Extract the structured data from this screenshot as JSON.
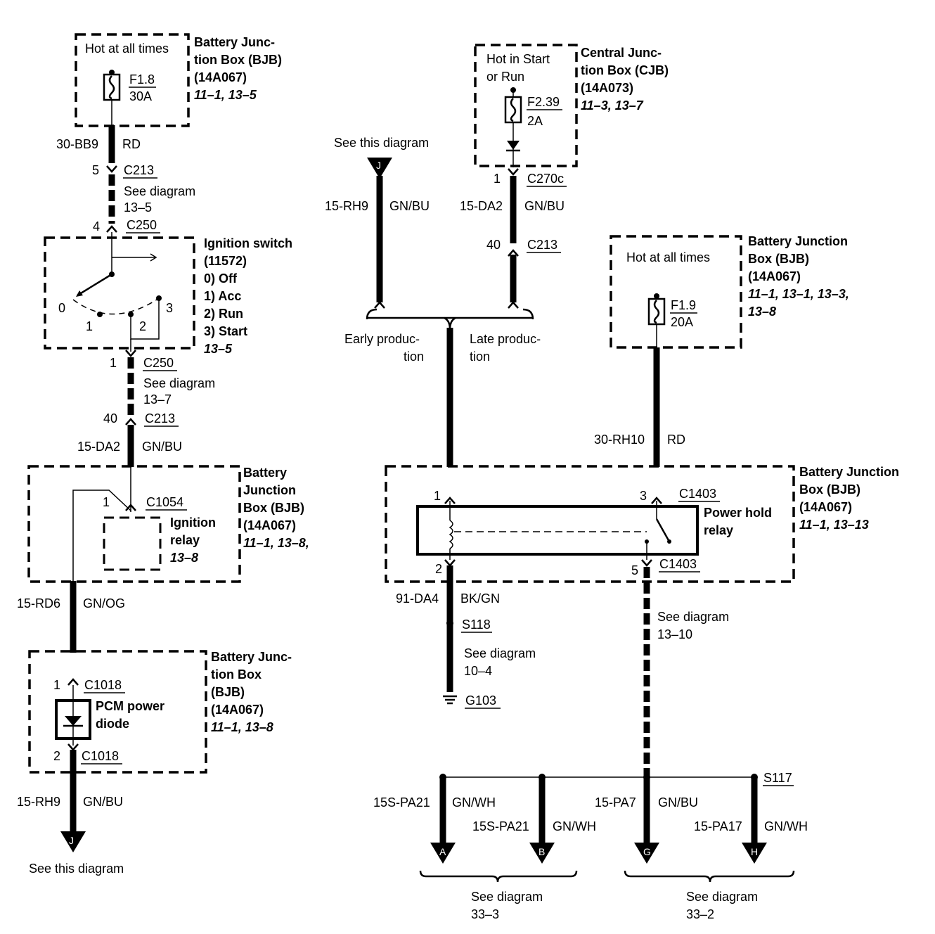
{
  "hot_at_all_times": "Hot at all times",
  "hot_in_start_run": [
    "Hot in Start",
    "or Run"
  ],
  "bjb": {
    "title_a": [
      "Battery Junc-",
      "tion Box (BJB)",
      "(14A067)"
    ],
    "ref_a": "11–1, 13–5",
    "title_b": [
      "Battery",
      "Junction",
      "Box (BJB)",
      "(14A067)"
    ],
    "ref_b": [
      "11–1, 13–8,",
      "13–8"
    ],
    "title_c": [
      "Battery Junc-",
      "tion Box",
      "(BJB)",
      "(14A067)"
    ],
    "ref_c": "11–1, 13–8",
    "title_d": [
      "Battery Junction",
      "Box (BJB)",
      "(14A067)"
    ],
    "ref_d": [
      "11–1, 13–1, 13–3,",
      "13–8"
    ],
    "title_e": [
      "Battery Junction",
      "Box (BJB)",
      "(14A067)"
    ],
    "ref_e": "11–1, 13–13"
  },
  "cjb": {
    "title": [
      "Central Junc-",
      "tion Box (CJB)",
      "(14A073)"
    ],
    "ref": "11–3, 13–7"
  },
  "fuses": {
    "f18": [
      "F1.8",
      "30A"
    ],
    "f239": [
      "F2.39",
      "2A"
    ],
    "f19": [
      "F1.9",
      "20A"
    ]
  },
  "ignition": {
    "title": [
      "Ignition switch",
      "(11572)"
    ],
    "positions": [
      "0)   Off",
      "1)   Acc",
      "2)   Run",
      "3)   Start"
    ],
    "ref": "13–5",
    "pos_labels": [
      "0",
      "1",
      "2",
      "3"
    ]
  },
  "relay": {
    "ignition": [
      "Ignition",
      "relay"
    ],
    "power_hold": [
      "Power hold",
      "relay"
    ]
  },
  "diode": [
    "PCM power",
    "diode"
  ],
  "wires": {
    "w30bb9": "30-BB9",
    "rd": "RD",
    "w15da2": "15-DA2",
    "gnbu": "GN/BU",
    "w15rd6": "15-RD6",
    "gnog": "GN/OG",
    "w15rh9": "15-RH9",
    "w30rh10": "30-RH10",
    "w91da4": "91-DA4",
    "bkgn": "BK/GN",
    "w15spa21": "15S-PA21",
    "gnwh": "GN/WH",
    "w15pa7": "15-PA7",
    "w15pa17": "15-PA17"
  },
  "connectors": {
    "c213": "C213",
    "c250": "C250",
    "c270c": "C270c",
    "c1054": "C1054",
    "c1018": "C1018",
    "c1403": "C1403",
    "s118": "S118",
    "s117": "S117",
    "g103": "G103"
  },
  "pins": {
    "p1": "1",
    "p2": "2",
    "p3": "3",
    "p4": "4",
    "p5": "5",
    "p40": "40"
  },
  "see": {
    "this_diagram": "See this diagram",
    "see_diagram": "See diagram",
    "d13_5": "13–5",
    "d13_7": "13–7",
    "d13_10": "13–10",
    "d10_4": "10–4",
    "d33_3": "33–3",
    "d33_2": "33–2"
  },
  "production": {
    "early": [
      "Early produc-",
      "tion"
    ],
    "late": [
      "Late produc-",
      "tion"
    ]
  },
  "arrows": {
    "j": "J",
    "a": "A",
    "b": "B",
    "g": "G",
    "h": "H"
  }
}
